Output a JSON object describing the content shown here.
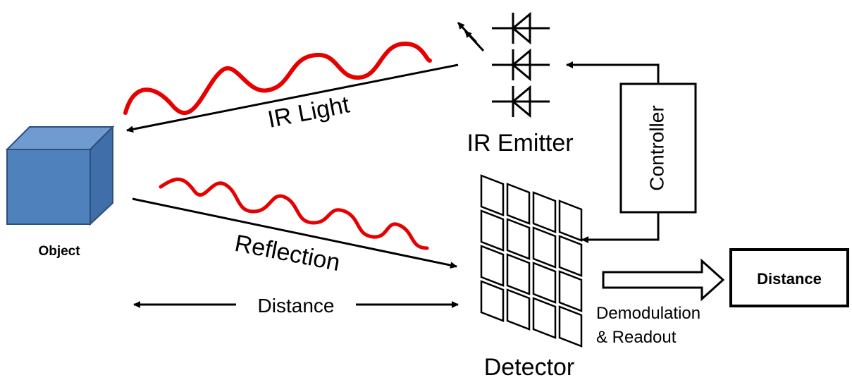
{
  "labels": {
    "ir_light": "IR Light",
    "ir_emitter": "IR Emitter",
    "controller": "Controller",
    "object": "Object",
    "reflection": "Reflection",
    "distance_arrow": "Distance",
    "detector": "Detector",
    "demodulation_line1": "Demodulation",
    "demodulation_line2": "& Readout",
    "distance_output": "Distance"
  },
  "colors": {
    "wave": "#e60000",
    "cube_front": "#4f81bd",
    "cube_top": "#6f9bd1",
    "cube_side": "#3f6ea8",
    "cube_edge": "#2c4f7c",
    "line": "#000000"
  }
}
